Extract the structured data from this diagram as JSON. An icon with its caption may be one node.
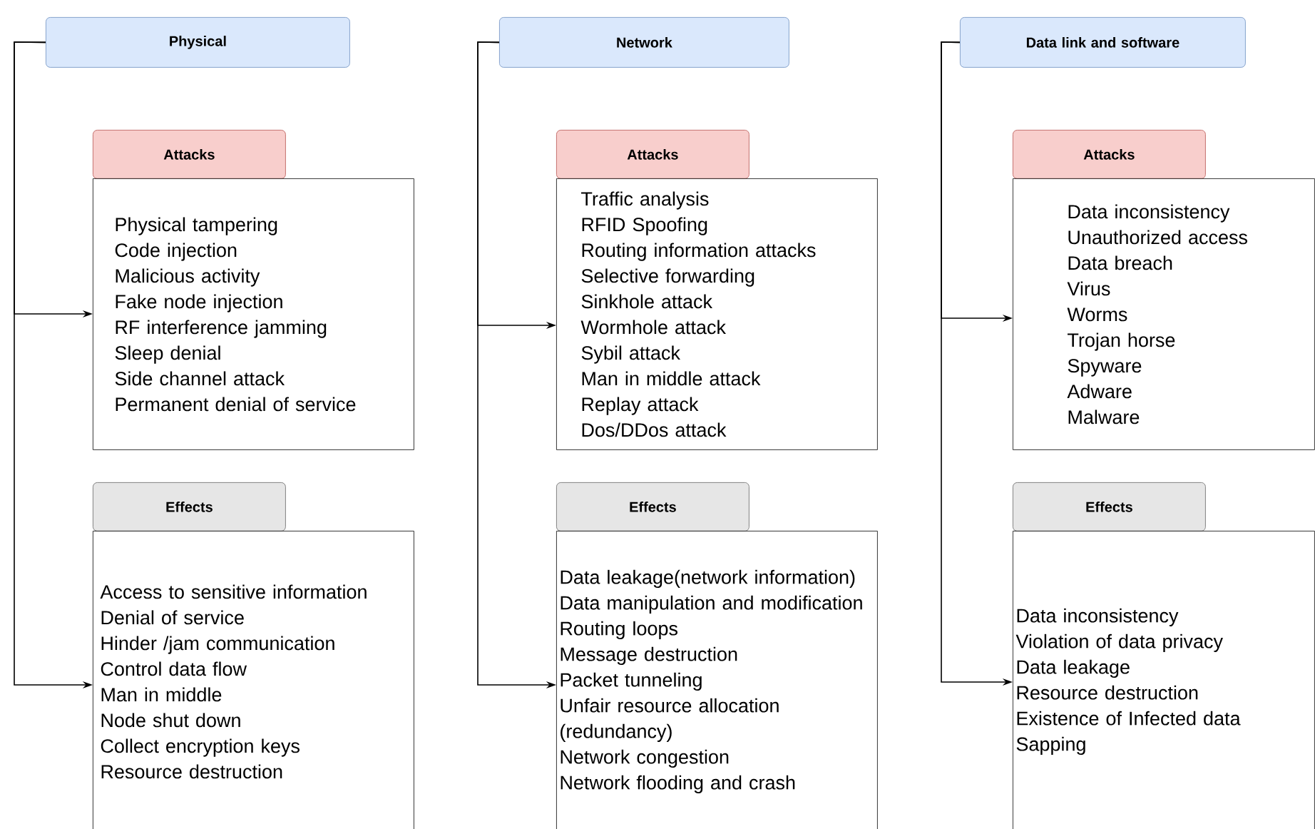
{
  "diagram": {
    "nodes": [
      {
        "text": [
          "Physical"
        ]
      },
      {
        "text": [
          "Attacks"
        ]
      },
      {
        "text": [
          "Physical tampering",
          "Code injection",
          "Malicious activity",
          "Fake node injection",
          "RF interference jamming",
          "Sleep denial",
          "Side channel attack",
          "Permanent denial of service"
        ]
      },
      {
        "text": [
          "Effects"
        ]
      },
      {
        "text": [
          "Access to sensitive information",
          "Denial of service",
          "Hinder /jam communication",
          "Control data flow",
          "Man in middle",
          "Node shut down",
          "Collect encryption keys",
          "Resource destruction"
        ]
      },
      {
        "text": [
          "Network"
        ]
      },
      {
        "text": [
          "Attacks"
        ]
      },
      {
        "text": [
          "Traffic analysis",
          "RFID Spoofing",
          "Routing information attacks",
          "Selective forwarding",
          "Sinkhole attack",
          "Wormhole attack",
          "Sybil attack",
          "Man in middle attack",
          "Replay attack",
          "Dos/DDos attack"
        ]
      },
      {
        "text": [
          "Effects"
        ]
      },
      {
        "text": [
          "Data leakage(network information)",
          "Data manipulation and modification",
          "Routing loops",
          "Message destruction",
          "Packet tunneling",
          "Unfair resource allocation (redundancy)",
          "Network congestion",
          "Network flooding and crash"
        ]
      },
      {
        "text": [
          "Data link and software"
        ]
      },
      {
        "text": [
          "Attacks"
        ]
      },
      {
        "text": [
          "Data inconsistency",
          "Unauthorized access",
          "Data breach",
          "Virus",
          "Worms",
          "Trojan horse",
          "Spyware",
          "Adware",
          "Malware"
        ]
      },
      {
        "text": [
          "Effects"
        ]
      },
      {
        "text": [
          "Data inconsistency",
          "Violation of data privacy",
          "Data leakage",
          "Resource destruction",
          "Existence of Infected data",
          "Sapping"
        ]
      }
    ],
    "edges": [
      {
        "from": 0,
        "to": 2,
        "arrow": "to"
      },
      {
        "from": 0,
        "to": 4,
        "arrow": "to"
      },
      {
        "from": 5,
        "to": 7,
        "arrow": "to"
      },
      {
        "from": 5,
        "to": 9,
        "arrow": "to"
      },
      {
        "from": 10,
        "to": 12,
        "arrow": "to"
      },
      {
        "from": 10,
        "to": 14,
        "arrow": "to"
      }
    ]
  }
}
